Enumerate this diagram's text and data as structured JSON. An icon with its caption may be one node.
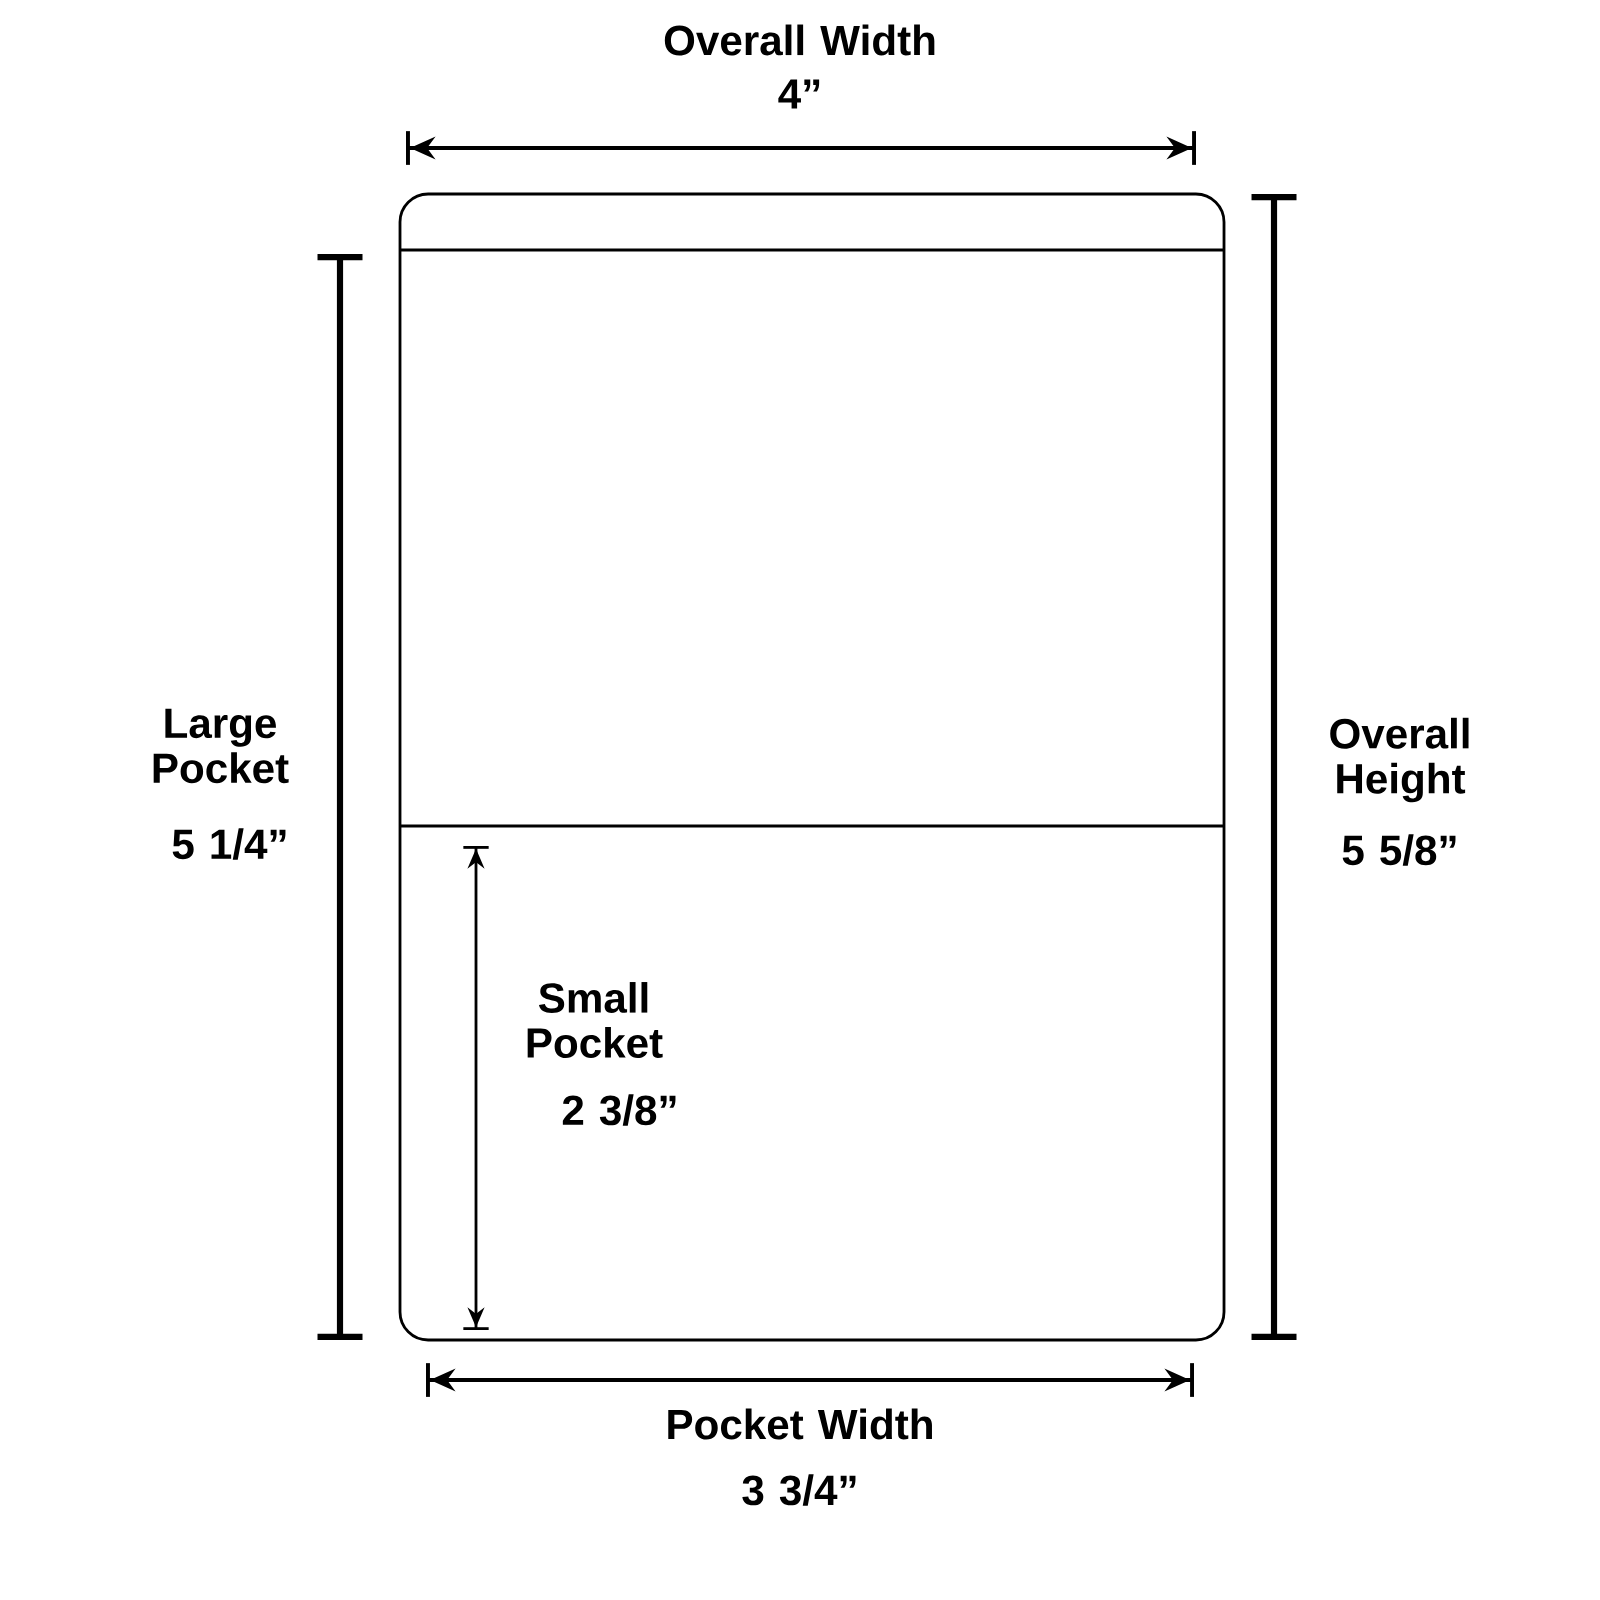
{
  "diagram": {
    "labels": [
      "Overall Width",
      "4”",
      "Large Pocket",
      "5 1/4”",
      "Overall Height",
      "5 5/8”",
      "Small Pocket",
      "2 3/8”",
      "Pocket Width",
      "3 3/4”"
    ]
  }
}
